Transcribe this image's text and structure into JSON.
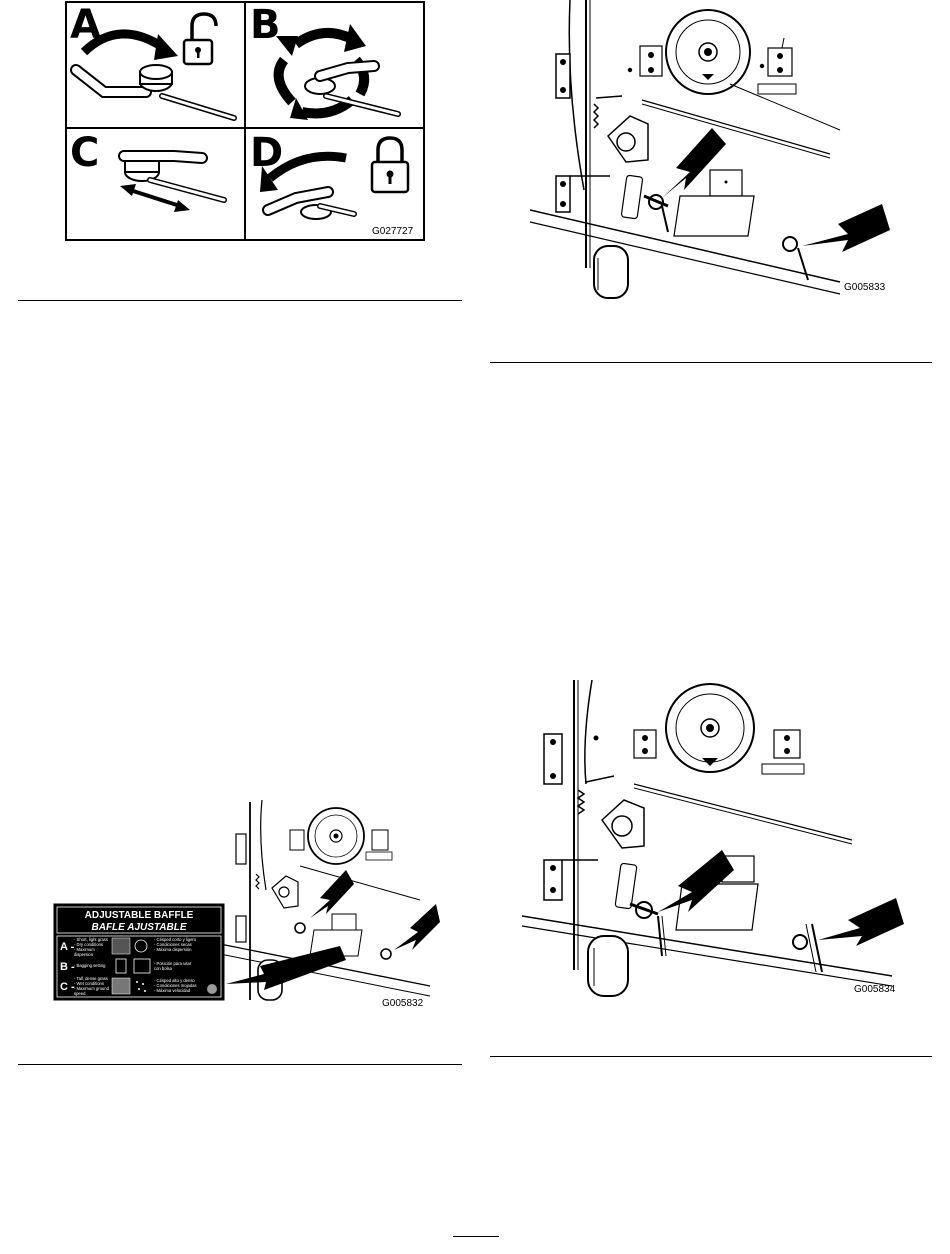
{
  "figures": {
    "lock_steps": {
      "id": "G027727",
      "panels": [
        {
          "letter": "A",
          "icon": "unlocked-padlock-icon"
        },
        {
          "letter": "B",
          "icon": "rotate-arrows-icon"
        },
        {
          "letter": "C",
          "icon": "slide-arrow-icon"
        },
        {
          "letter": "D",
          "icon": "locked-padlock-icon"
        }
      ]
    },
    "deck_top": {
      "id": "G005833"
    },
    "deck_decal": {
      "id": "G005832",
      "decal": {
        "title": "ADJUSTABLE BAFFLE",
        "subtitle": "BAFLE AJUSTABLE",
        "rows": [
          {
            "letter": "A -",
            "left": [
              "- Short, light grass",
              "- Dry conditions",
              "- Maximum",
              "  dispersion"
            ],
            "right": [
              "- Césped corto y ligero",
              "- Condiciones secas",
              "- Máxima dispersión"
            ]
          },
          {
            "letter": "B -",
            "left": [
              "- Bagging setting"
            ],
            "right": [
              "- Posición para usar",
              "  con bolsa"
            ]
          },
          {
            "letter": "C -",
            "left": [
              "- Tall, dense grass",
              "- Wet conditions",
              "- Maximum ground",
              "  speed"
            ],
            "right": [
              "- Césped alto y denso",
              "- Condiciones mojadas",
              "- Máxima velocidad"
            ]
          }
        ]
      }
    },
    "deck_bottom": {
      "id": "G005834"
    }
  }
}
